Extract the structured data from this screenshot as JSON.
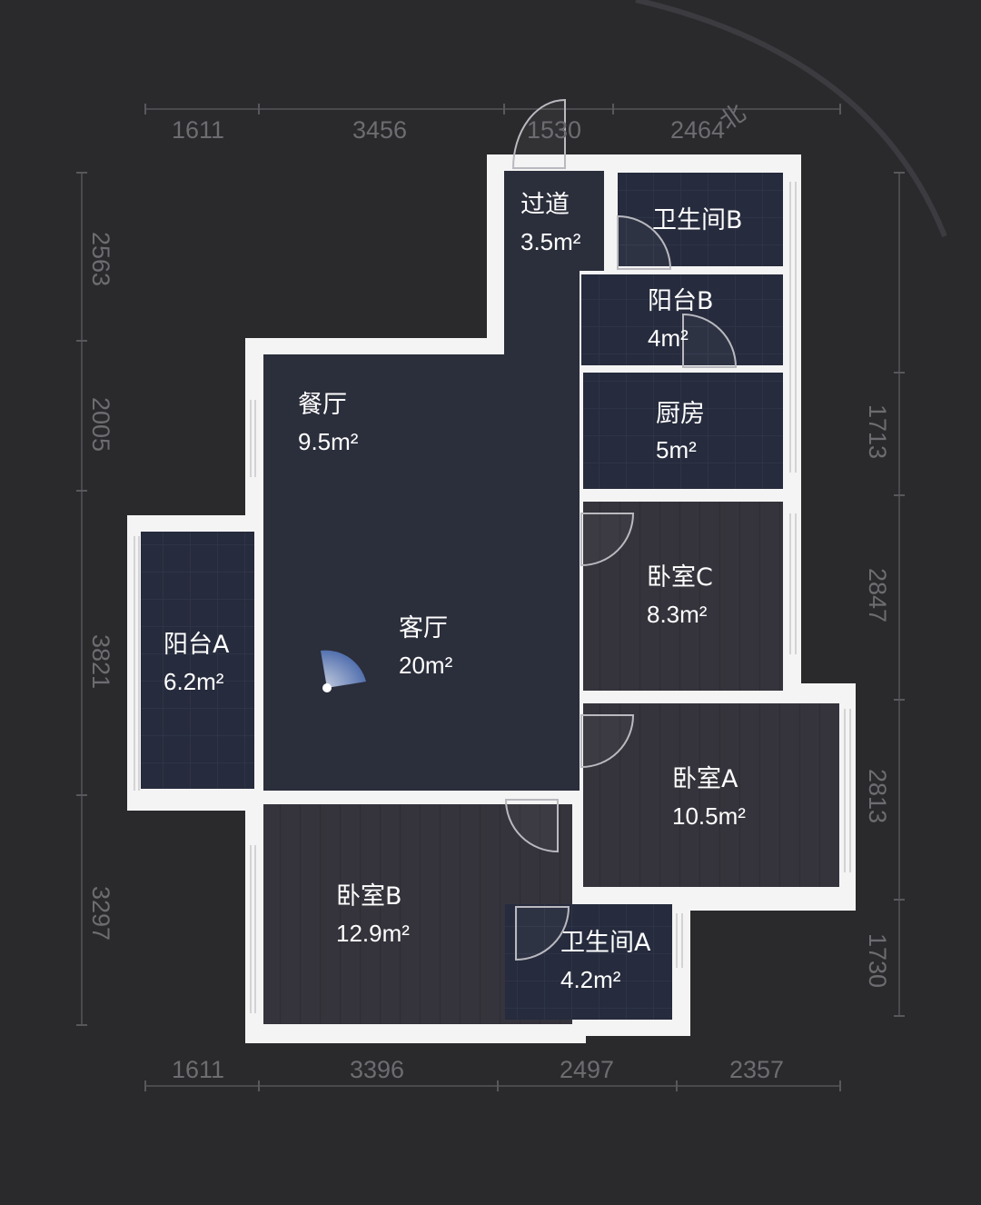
{
  "dimensions": {
    "top": [
      "1611",
      "3456",
      "1530",
      "2464"
    ],
    "bottom": [
      "1611",
      "3396",
      "2497",
      "2357"
    ],
    "left": [
      "2563",
      "2005",
      "3821",
      "3297"
    ],
    "right": [
      "1713",
      "2847",
      "2813",
      "1730"
    ]
  },
  "compass": {
    "label": "北"
  },
  "rooms": [
    {
      "name": "过道",
      "area": "3.5m²"
    },
    {
      "name": "卫生间B",
      "area": ""
    },
    {
      "name": "阳台B",
      "area": "4m²"
    },
    {
      "name": "厨房",
      "area": "5m²"
    },
    {
      "name": "餐厅",
      "area": "9.5m²"
    },
    {
      "name": "客厅",
      "area": "20m²"
    },
    {
      "name": "卧室C",
      "area": "8.3m²"
    },
    {
      "name": "阳台A",
      "area": "6.2m²"
    },
    {
      "name": "卧室A",
      "area": "10.5m²"
    },
    {
      "name": "卧室B",
      "area": "12.9m²"
    },
    {
      "name": "卫生间A",
      "area": "4.2m²"
    }
  ],
  "colors": {
    "background": "#2a292c",
    "wall": "#f4f4f4",
    "room": "#2b2e3b"
  }
}
